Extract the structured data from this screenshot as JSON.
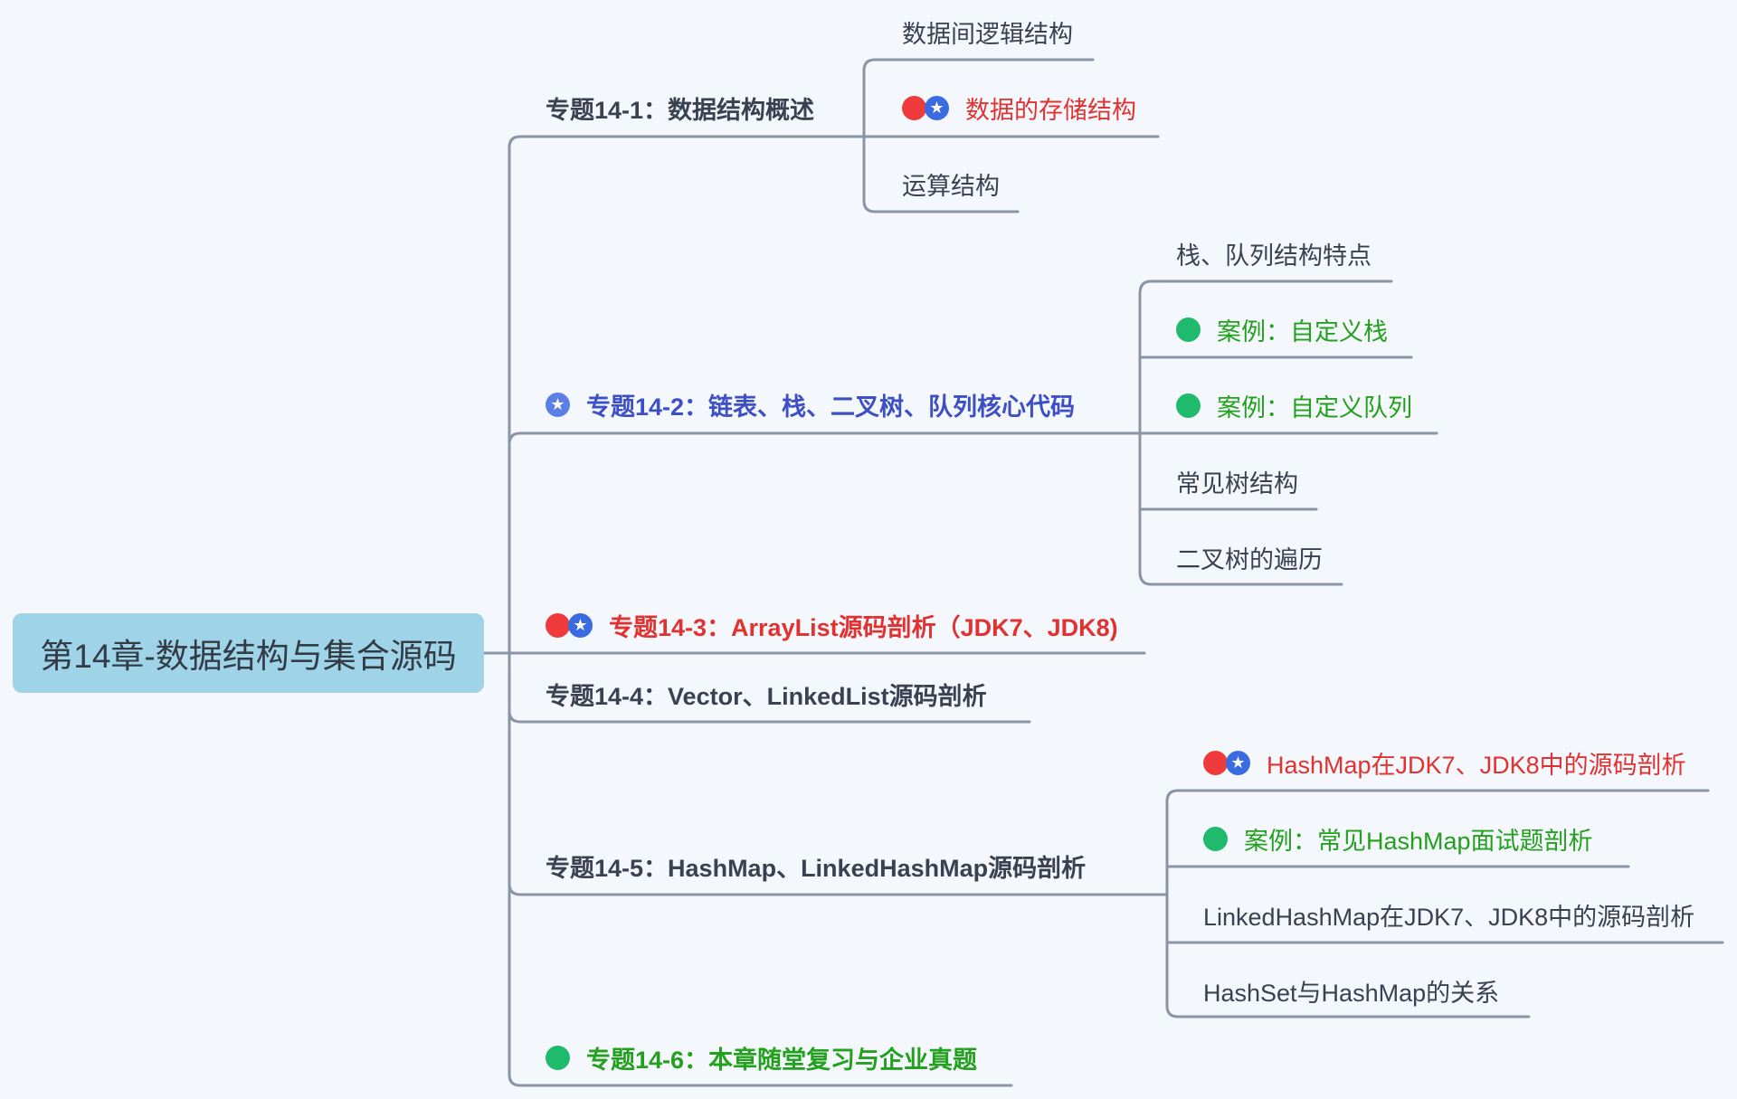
{
  "root": {
    "label": "第14章-数据结构与集合源码"
  },
  "colors": {
    "background": "#f4f8fc",
    "root_fill": "#9ed3e8",
    "connector": "#8a94a6",
    "priority_red": "#ef3b3b",
    "star_blue": "#3b6be0",
    "done_green": "#1fba6b",
    "text_red": "#e23131",
    "text_blue": "#3d4fc4",
    "text_green": "#23a01e"
  },
  "topics": [
    {
      "label": "专题14-1：数据结构概述",
      "markers": [],
      "children": [
        {
          "label": "数据间逻辑结构",
          "markers": []
        },
        {
          "label": "数据的存储结构",
          "markers": [
            "priority-red",
            "star"
          ]
        },
        {
          "label": "运算结构",
          "markers": []
        }
      ]
    },
    {
      "label": "专题14-2：链表、栈、二叉树、队列核心代码",
      "markers": [
        "star"
      ],
      "children": [
        {
          "label": "栈、队列结构特点",
          "markers": []
        },
        {
          "label": "案例：自定义栈",
          "markers": [
            "done-green"
          ]
        },
        {
          "label": "案例：自定义队列",
          "markers": [
            "done-green"
          ]
        },
        {
          "label": "常见树结构",
          "markers": []
        },
        {
          "label": "二叉树的遍历",
          "markers": []
        }
      ]
    },
    {
      "label": "专题14-3：ArrayList源码剖析（JDK7、JDK8)",
      "markers": [
        "priority-red",
        "star"
      ],
      "children": []
    },
    {
      "label": "专题14-4：Vector、LinkedList源码剖析",
      "markers": [],
      "children": []
    },
    {
      "label": "专题14-5：HashMap、LinkedHashMap源码剖析",
      "markers": [],
      "children": [
        {
          "label": "HashMap在JDK7、JDK8中的源码剖析",
          "markers": [
            "priority-red",
            "star"
          ]
        },
        {
          "label": "案例：常见HashMap面试题剖析",
          "markers": [
            "done-green"
          ]
        },
        {
          "label": "LinkedHashMap在JDK7、JDK8中的源码剖析",
          "markers": []
        },
        {
          "label": "HashSet与HashMap的关系",
          "markers": []
        }
      ]
    },
    {
      "label": "专题14-6：本章随堂复习与企业真题",
      "markers": [
        "done-green"
      ],
      "children": []
    }
  ]
}
